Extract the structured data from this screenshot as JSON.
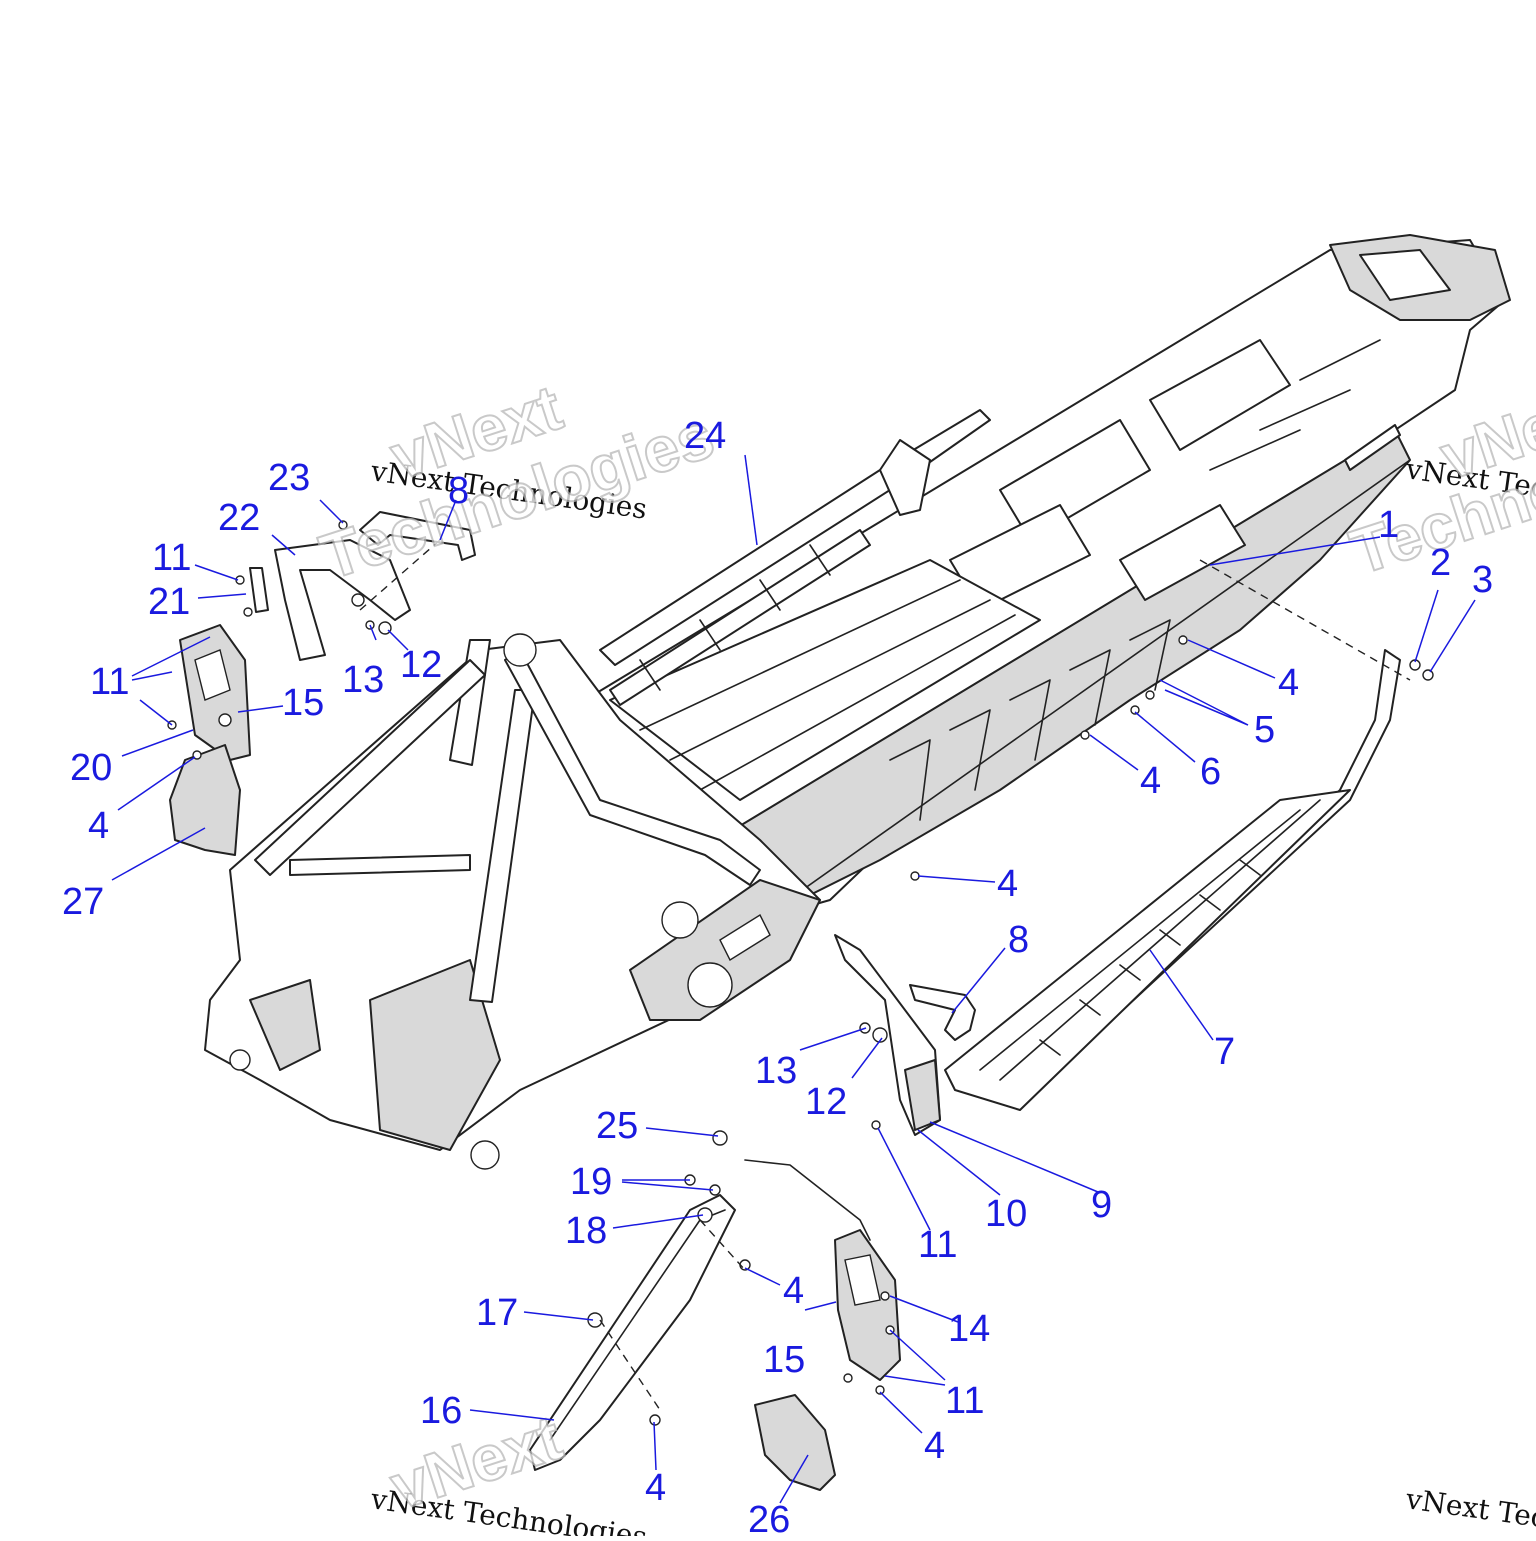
{
  "watermark": {
    "line_text": "vNext Technologies",
    "big_word_1": "vNext",
    "big_word_2": "Technologies"
  },
  "callouts": [
    {
      "id": "c1",
      "text": "1"
    },
    {
      "id": "c2",
      "text": "2"
    },
    {
      "id": "c3",
      "text": "3"
    },
    {
      "id": "c4a",
      "text": "4"
    },
    {
      "id": "c4b",
      "text": "4"
    },
    {
      "id": "c4c",
      "text": "4"
    },
    {
      "id": "c4d",
      "text": "4"
    },
    {
      "id": "c4e",
      "text": "4"
    },
    {
      "id": "c4f",
      "text": "4"
    },
    {
      "id": "c4g",
      "text": "4"
    },
    {
      "id": "c5",
      "text": "5"
    },
    {
      "id": "c6",
      "text": "6"
    },
    {
      "id": "c7",
      "text": "7"
    },
    {
      "id": "c8a",
      "text": "8"
    },
    {
      "id": "c8b",
      "text": "8"
    },
    {
      "id": "c9",
      "text": "9"
    },
    {
      "id": "c10",
      "text": "10"
    },
    {
      "id": "c11a",
      "text": "11"
    },
    {
      "id": "c11b",
      "text": "11"
    },
    {
      "id": "c11c",
      "text": "11"
    },
    {
      "id": "c11d",
      "text": "11"
    },
    {
      "id": "c12a",
      "text": "12"
    },
    {
      "id": "c12b",
      "text": "12"
    },
    {
      "id": "c13a",
      "text": "13"
    },
    {
      "id": "c13b",
      "text": "13"
    },
    {
      "id": "c14",
      "text": "14"
    },
    {
      "id": "c15a",
      "text": "15"
    },
    {
      "id": "c15b",
      "text": "15"
    },
    {
      "id": "c16",
      "text": "16"
    },
    {
      "id": "c17",
      "text": "17"
    },
    {
      "id": "c18",
      "text": "18"
    },
    {
      "id": "c19",
      "text": "19"
    },
    {
      "id": "c20",
      "text": "20"
    },
    {
      "id": "c21",
      "text": "21"
    },
    {
      "id": "c22",
      "text": "22"
    },
    {
      "id": "c23",
      "text": "23"
    },
    {
      "id": "c24",
      "text": "24"
    },
    {
      "id": "c25",
      "text": "25"
    },
    {
      "id": "c26",
      "text": "26"
    },
    {
      "id": "c27",
      "text": "27"
    }
  ],
  "colors": {
    "callout": "#1a1adf",
    "line_art": "#222222",
    "shading": "#d9d9d9",
    "background": "#ffffff"
  }
}
